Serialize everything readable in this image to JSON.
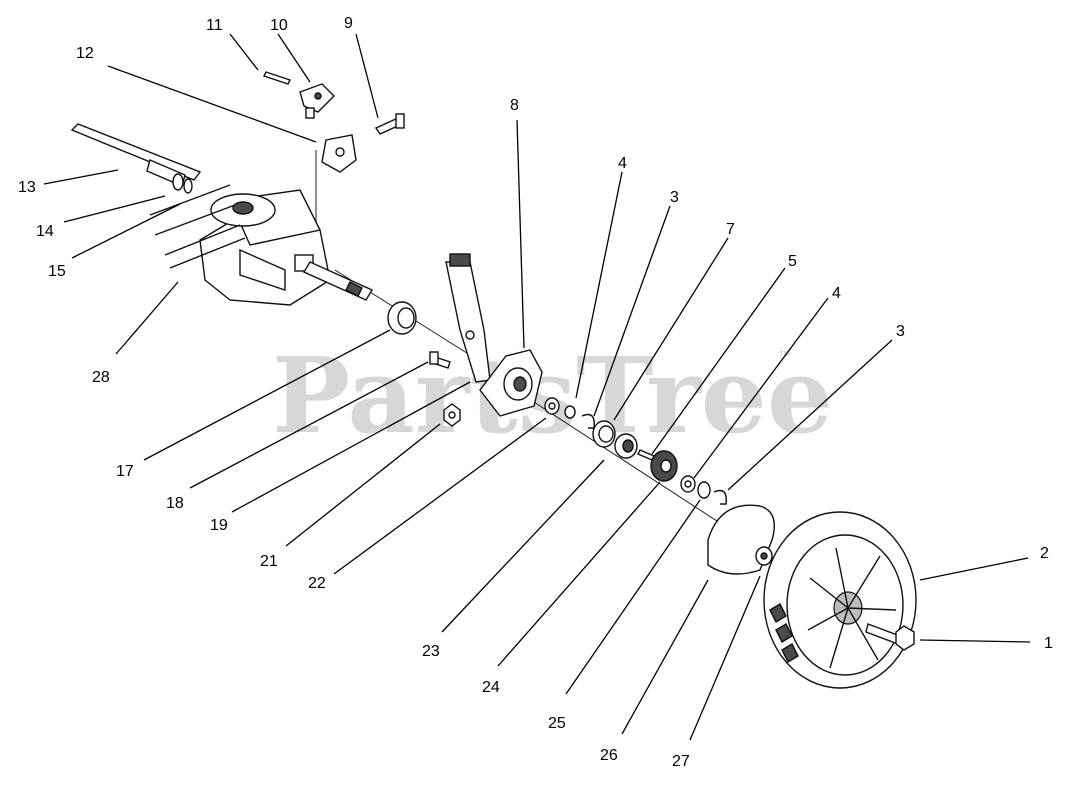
{
  "watermark": {
    "text": "PartsTree",
    "trademark": "™"
  },
  "callouts": {
    "c1": "1",
    "c2": "2",
    "c3a": "3",
    "c3b": "3",
    "c4a": "4",
    "c4b": "4",
    "c5": "5",
    "c7": "7",
    "c8": "8",
    "c9": "9",
    "c10": "10",
    "c11": "11",
    "c12": "12",
    "c13": "13",
    "c14": "14",
    "c15": "15",
    "c17": "17",
    "c18": "18",
    "c19": "19",
    "c21": "21",
    "c22": "22",
    "c23": "23",
    "c24": "24",
    "c25": "25",
    "c26": "26",
    "c27": "27",
    "c28": "28"
  },
  "colors": {
    "line": "#000000",
    "watermark": "#d7d7d7",
    "background": "#ffffff"
  }
}
